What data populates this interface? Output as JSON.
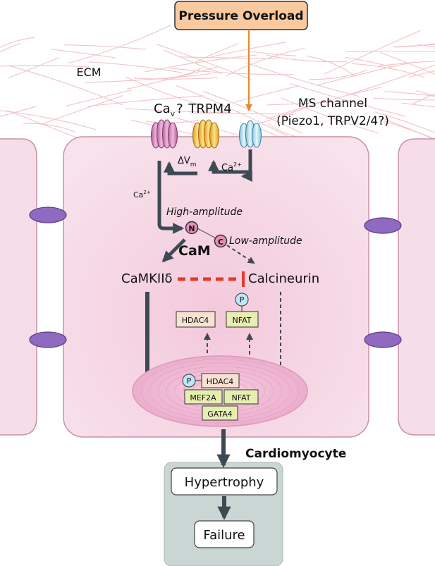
{
  "stimulus": "Pressure Overload",
  "ecm_label": "ECM",
  "channels": {
    "cav_main": "Ca",
    "cav_sub": "v",
    "cav_q": "?",
    "trpm4": "TRPM4",
    "ms_line1": "MS channel",
    "ms_line2": "(Piezo1, TRPV2/4?)"
  },
  "ions": {
    "ca_main": "Ca",
    "ca_sup": "2+",
    "delta_v": "ΔV",
    "delta_v_sub": "m"
  },
  "calmodulin": {
    "name": "CaM",
    "n_lobe": "N",
    "c_lobe": "C",
    "high_amplitude": "High-amplitude",
    "low_amplitude": "Low-amplitude"
  },
  "kinases": {
    "camkii": "CaMKIIδ",
    "calcineurin": "Calcineurin"
  },
  "cytoplasm_factors": {
    "hdac4": "HDAC4",
    "nfat": "NFAT",
    "phospho": "P"
  },
  "nucleus_factors": {
    "phospho": "P",
    "hdac4": "HDAC4",
    "mef2a": "MEF2A",
    "nfat": "NFAT",
    "gata4": "GATA4"
  },
  "cell_label": "Cardiomyocyte",
  "outcomes": {
    "hypertrophy": "Hypertrophy",
    "failure": "Failure"
  },
  "colors": {
    "cell_fill": "#f6dde8",
    "cell_stroke": "#c890ab",
    "arrow": "#3d4a54",
    "stimulus_box": "#f9c9a0",
    "stimulus_arrow": "#e8892c",
    "cav_channel": "#d98bc4",
    "trpm4_channel": "#f7c84a",
    "ms_channel": "#bfe6f5",
    "inhibition": "#e03a2a",
    "outcome_panel": "#c9d6d4"
  }
}
